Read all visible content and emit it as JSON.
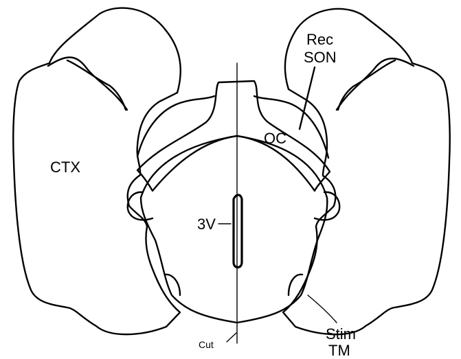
{
  "labels": {
    "ctx": "CTX",
    "oc": "OC",
    "rec_line1": "Rec",
    "rec_line2": "SON",
    "third_ventricle": "3V",
    "cut": "Cut",
    "stim_line1": "Stim",
    "stim_line2": "TM"
  }
}
